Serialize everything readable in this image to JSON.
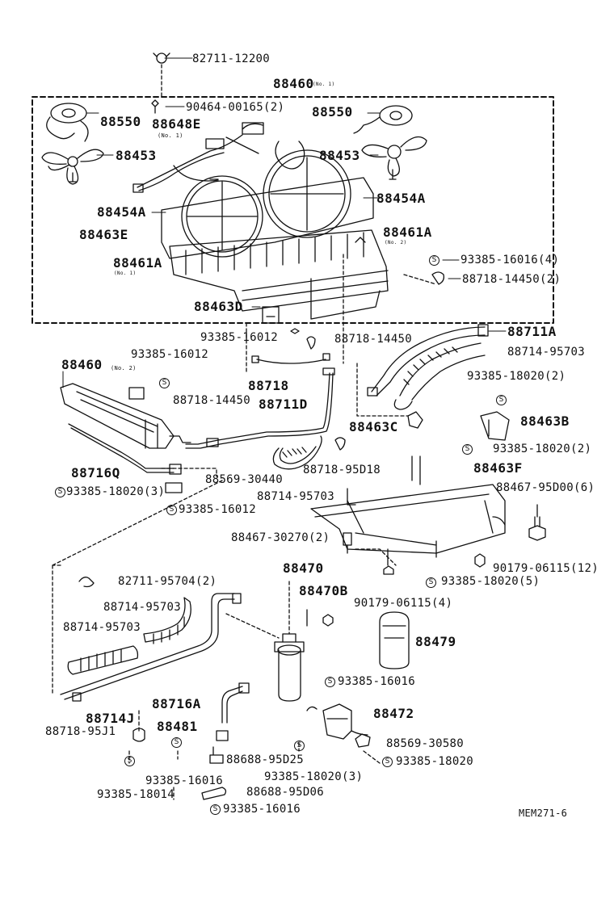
{
  "labels": {
    "p82711_12200": "82711-12200",
    "p88460_1": "88460",
    "no1_a": "(No. 1)",
    "p90464": "90464-00165(2)",
    "p88550_l": "88550",
    "p88550_r": "88550",
    "p88648E": "88648E",
    "no1_b": "(No. 1)",
    "p88453_l": "88453",
    "p88453_r": "88453",
    "p88454A_l": "88454A",
    "p88454A_r": "88454A",
    "p88463E": "88463E",
    "p88461A_r": "88461A",
    "no2_a": "(No. 2)",
    "p88461A_l": "88461A",
    "no1_c": "(No. 1)",
    "p93385_16016_4": "93385-16016(4)",
    "p88718_14450_2": "88718-14450(2)",
    "p88463D": "88463D",
    "p93385_16012_a": "93385-16012",
    "p88718_14450_a": "88718-14450",
    "p88711A": "88711A",
    "p88714_95703_a": "88714-95703",
    "p88460_2": "88460",
    "no2_b": "(No. 2)",
    "p93385_16012_b": "93385-16012",
    "p88718": "88718",
    "p93385_18020_2a": "93385-18020(2)",
    "p88718_14450_b": "88718-14450",
    "p88711D": "88711D",
    "p88463C": "88463C",
    "p88463B": "88463B",
    "p93385_18020_2b": "93385-18020(2)",
    "p88716Q": "88716Q",
    "p88718_95D18": "88718-95D18",
    "p88463F": "88463F",
    "p88569_30440": "88569-30440",
    "p88714_95703_b": "88714-95703",
    "p88467_95D00": "88467-95D00(6)",
    "p93385_18020_3a": "93385-18020(3)",
    "p93385_16012_c": "93385-16012",
    "p88467_30270": "88467-30270(2)",
    "p88470": "88470",
    "p90179_06115_12": "90179-06115(12)",
    "p82711_95704": "82711-95704(2)",
    "p93385_18020_5": "93385-18020(5)",
    "p88470B": "88470B",
    "p88714_95703_c": "88714-95703",
    "p90179_06115_4": "90179-06115(4)",
    "p88714_95703_d": "88714-95703",
    "p88479": "88479",
    "p93385_16016_a": "93385-16016",
    "p88716A": "88716A",
    "p88472": "88472",
    "p88714J": "88714J",
    "p88481": "88481",
    "p88718_95J1": "88718-95J1",
    "p88569_30580": "88569-30580",
    "p88688_95D25": "88688-95D25",
    "p93385_18020_b": "93385-18020",
    "p93385_18020_3b": "93385-18020(3)",
    "p93385_16016_b": "93385-16016",
    "p93385_18014": "93385-18014",
    "p88688_95D06": "88688-95D06",
    "p93385_16016_c": "93385-16016",
    "ref": "MEM271-6"
  },
  "s_symbol": "S",
  "colors": {
    "ink": "#111111",
    "paper": "#ffffff"
  }
}
